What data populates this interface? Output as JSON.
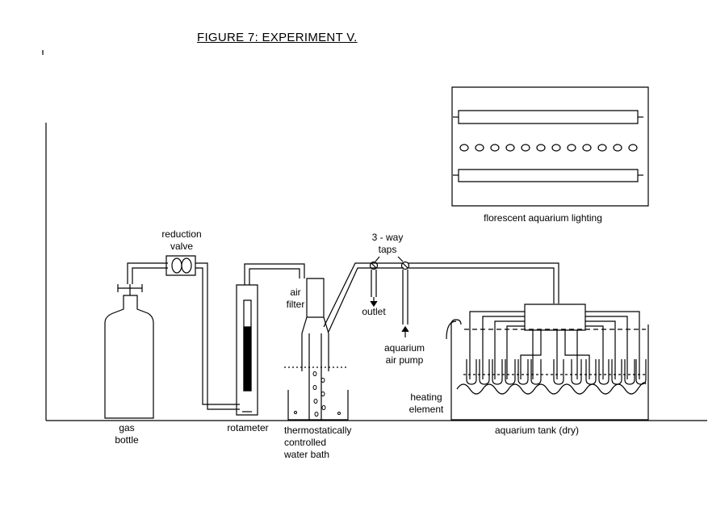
{
  "title": "FIGURE 7: EXPERIMENT V.",
  "labels": {
    "reduction_valve": "reduction\nvalve",
    "three_way_taps": "3 - way\ntaps",
    "air_filter": "air\nfilter",
    "outlet": "outlet",
    "aquarium_air_pump": "aquarium\nair pump",
    "heating_element": "heating\nelement",
    "gas_bottle": "gas\nbottle",
    "rotameter": "rotameter",
    "water_bath": "thermostatically\ncontrolled\nwater bath",
    "aquarium_tank": "aquarium tank (dry)",
    "lighting": "florescent aquarium lighting"
  },
  "colors": {
    "line": "#000000",
    "background": "#ffffff"
  }
}
